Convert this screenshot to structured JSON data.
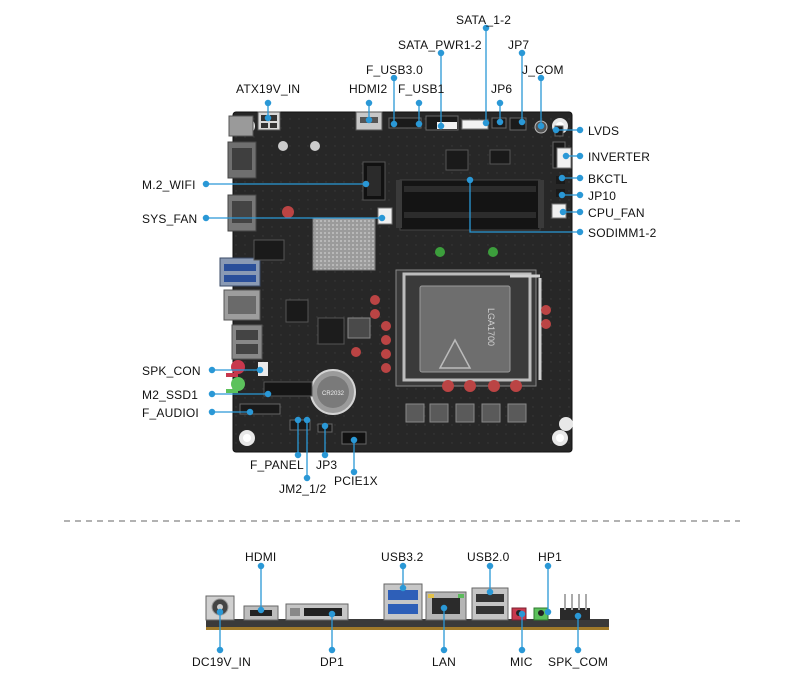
{
  "board_labels": {
    "sata_1_2": "SATA_1-2",
    "sata_pwr1_2": "SATA_PWR1-2",
    "jp7": "JP7",
    "f_usb3_0": "F_USB3.0",
    "j_com": "J_COM",
    "atx19v_in": "ATX19V_IN",
    "hdmi2": "HDMI2",
    "f_usb1": "F_USB1",
    "jp6": "JP6",
    "lvds": "LVDS",
    "inverter": "INVERTER",
    "m2_wifi": "M.2_WIFI",
    "bkctl": "BKCTL",
    "jp10": "JP10",
    "sys_fan": "SYS_FAN",
    "cpu_fan": "CPU_FAN",
    "sodimm1_2": "SODIMM1-2",
    "spk_con": "SPK_CON",
    "m2_ssd1": "M2_SSD1",
    "f_audio": "F_AUDIOI",
    "f_panel": "F_PANEL",
    "jp3": "JP3",
    "pcie1x": "PCIE1X",
    "jm2_1_2": "JM2_1/2"
  },
  "chip_markings": {
    "socket": "LGA1700",
    "battery": "CR2032"
  },
  "io_labels": {
    "hdmi": "HDMI",
    "usb3_2": "USB3.2",
    "usb2_0": "USB2.0",
    "hp1": "HP1",
    "dc19v_in": "DC19V_IN",
    "dp1": "DP1",
    "lan": "LAN",
    "mic": "MIC",
    "spk_com": "SPK_COM"
  },
  "colors": {
    "callout": "#2a98d6",
    "pcb": "#262626",
    "text": "#111111"
  }
}
